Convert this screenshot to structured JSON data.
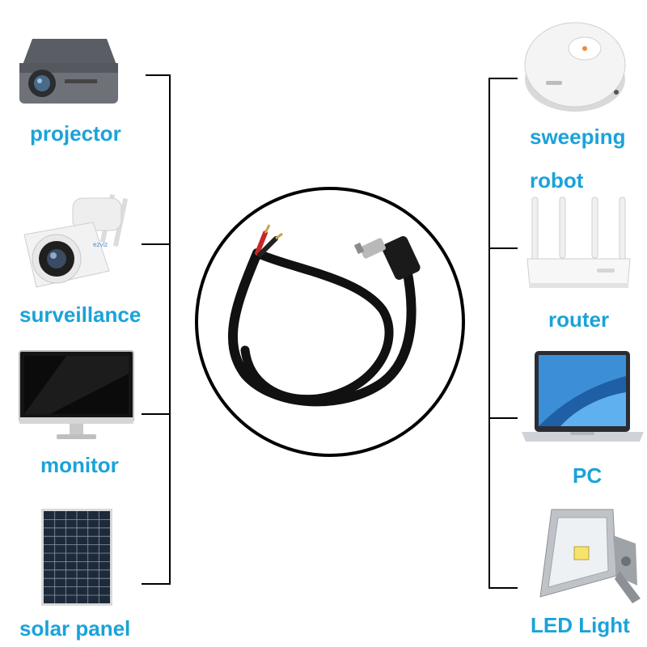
{
  "left_devices": [
    {
      "label": "projector",
      "icon": "projector-icon"
    },
    {
      "label": "surveillance",
      "icon": "security-camera-icon"
    },
    {
      "label": "monitor",
      "icon": "monitor-icon"
    },
    {
      "label": "solar panel",
      "icon": "solar-panel-icon"
    }
  ],
  "right_devices": [
    {
      "label": "sweeping",
      "label2": "robot",
      "icon": "robot-vacuum-icon"
    },
    {
      "label": "router",
      "icon": "router-icon"
    },
    {
      "label": "PC",
      "icon": "laptop-icon"
    },
    {
      "label": "LED Light",
      "icon": "floodlight-icon"
    }
  ],
  "center": {
    "icon": "dc-cable-icon"
  },
  "colors": {
    "label": "#1aa3d9",
    "line": "#000000"
  }
}
